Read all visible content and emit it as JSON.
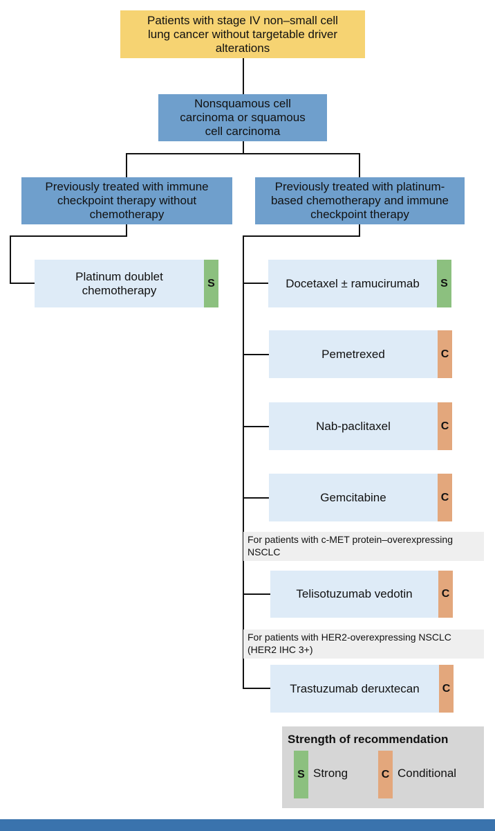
{
  "root": "Patients with stage IV non–small cell lung cancer without targetable driver alterations",
  "histology": "Nonsquamous cell carcinoma or squamous cell carcinoma",
  "branches": {
    "left": "Previously treated with immune checkpoint therapy without chemotherapy",
    "right": "Previously treated with platinum-based chemotherapy and immune checkpoint therapy"
  },
  "left_options": [
    {
      "label": "Platinum doublet chemotherapy",
      "strength": "S"
    }
  ],
  "right_options": [
    {
      "label": "Docetaxel ± ramucirumab",
      "strength": "S"
    },
    {
      "label": "Pemetrexed",
      "strength": "C"
    },
    {
      "label": "Nab-paclitaxel",
      "strength": "C"
    },
    {
      "label": "Gemcitabine",
      "strength": "C"
    },
    {
      "label": "Telisotuzumab vedotin",
      "strength": "C"
    },
    {
      "label": "Trastuzumab deruxtecan",
      "strength": "C"
    }
  ],
  "notes": {
    "cmet": "For patients with c-MET protein–overexpressing NSCLC",
    "her2": "For patients with HER2-overexpressing NSCLC (HER2 IHC 3+)"
  },
  "legend": {
    "title": "Strength of recommendation",
    "strong_code": "S",
    "strong_label": "Strong",
    "conditional_code": "C",
    "conditional_label": "Conditional"
  },
  "colors": {
    "root": "#f6d372",
    "branch": "#6f9fcc",
    "option": "#deebf7",
    "strong": "#8cc07f",
    "conditional": "#e3a77c",
    "footer": "#3a73ad"
  }
}
